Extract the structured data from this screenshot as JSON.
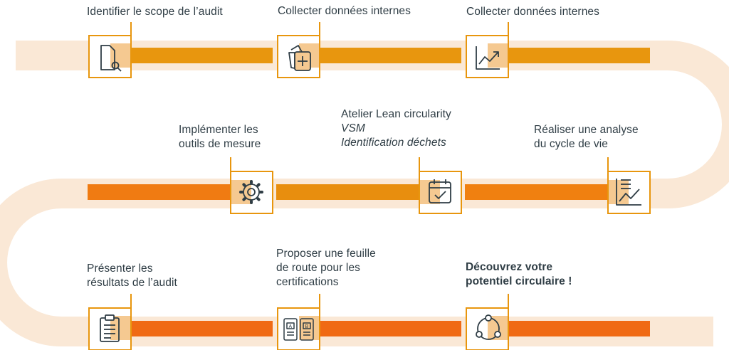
{
  "colors": {
    "track": "#fae8d6",
    "row1_bar": "#e8960e",
    "row2_bar_left": "#f07b12",
    "row2_bar_mid": "#e88e0e",
    "row2_bar_right": "#f08010",
    "row3_bar": "#f06a14",
    "box_border": "#e8960e",
    "icon_fill": "#f5c991",
    "icon_stroke": "#2f3d45",
    "text": "#2f3d45"
  },
  "steps": [
    {
      "id": "scope",
      "lines": [
        "Identifier le scope de l’audit"
      ],
      "icon": "document-search-icon"
    },
    {
      "id": "collect-1",
      "lines": [
        "Collecter données internes"
      ],
      "icon": "file-add-icon"
    },
    {
      "id": "collect-2",
      "lines": [
        "Collecter données internes"
      ],
      "icon": "trend-chart-icon"
    },
    {
      "id": "measure-tools",
      "lines": [
        "Implémenter les",
        "outils de mesure"
      ],
      "icon": "gear-icon"
    },
    {
      "id": "lean-workshop",
      "lines": [
        "Atelier Lean circularity"
      ],
      "italic_lines": [
        "VSM",
        "Identification déchets"
      ],
      "icon": "calendar-check-icon"
    },
    {
      "id": "lifecycle",
      "lines": [
        "Réaliser une analyse",
        "du cycle de vie"
      ],
      "icon": "list-chart-icon"
    },
    {
      "id": "results",
      "lines": [
        "Présenter les",
        "résultats de l’audit"
      ],
      "icon": "clipboard-icon"
    },
    {
      "id": "roadmap",
      "lines": [
        "Proposer une feuille",
        "de route pour les",
        "certifications"
      ],
      "icon": "ab-documents-icon"
    },
    {
      "id": "discover",
      "lines": [
        "Découvrez votre",
        "potentiel circulaire !"
      ],
      "icon": "cycle-network-icon",
      "bold": true
    }
  ]
}
